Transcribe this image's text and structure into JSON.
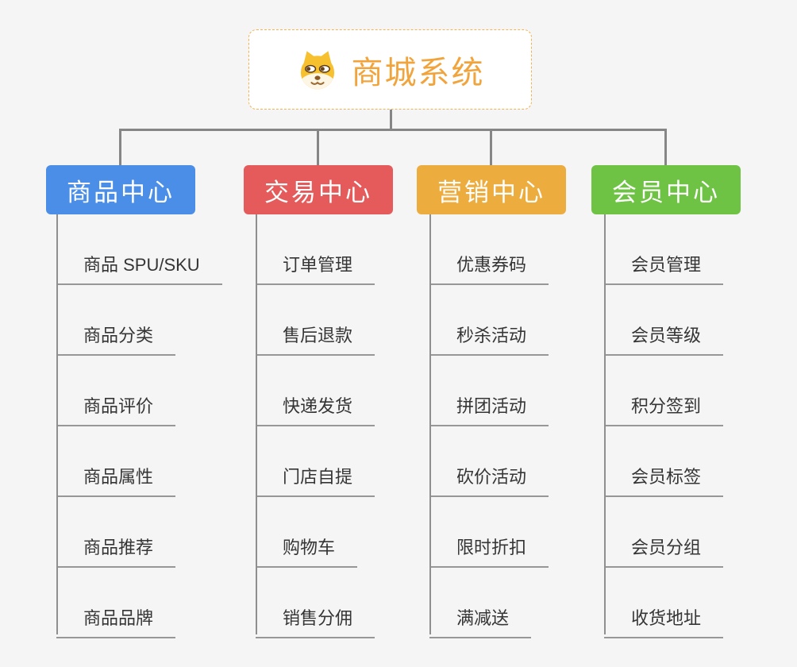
{
  "root": {
    "title": "商城系统",
    "icon": "dog-face-icon"
  },
  "branches": [
    {
      "label": "商品中心",
      "color": "#4A8EE8",
      "items": [
        "商品 SPU/SKU",
        "商品分类",
        "商品评价",
        "商品属性",
        "商品推荐",
        "商品品牌"
      ]
    },
    {
      "label": "交易中心",
      "color": "#E55B5B",
      "items": [
        "订单管理",
        "售后退款",
        "快递发货",
        "门店自提",
        "购物车",
        "销售分佣"
      ]
    },
    {
      "label": "营销中心",
      "color": "#EDAC3E",
      "items": [
        "优惠券码",
        "秒杀活动",
        "拼团活动",
        "砍价活动",
        "限时折扣",
        "满减送"
      ]
    },
    {
      "label": "会员中心",
      "color": "#6FC344",
      "items": [
        "会员管理",
        "会员等级",
        "积分签到",
        "会员标签",
        "会员分组",
        "收货地址"
      ]
    }
  ],
  "colors": {
    "background": "#F5F5F5",
    "root_title": "#F2A43C",
    "root_border": "#F4B254",
    "connector": "#868686",
    "underline": "#979797",
    "item_text": "#353535"
  }
}
